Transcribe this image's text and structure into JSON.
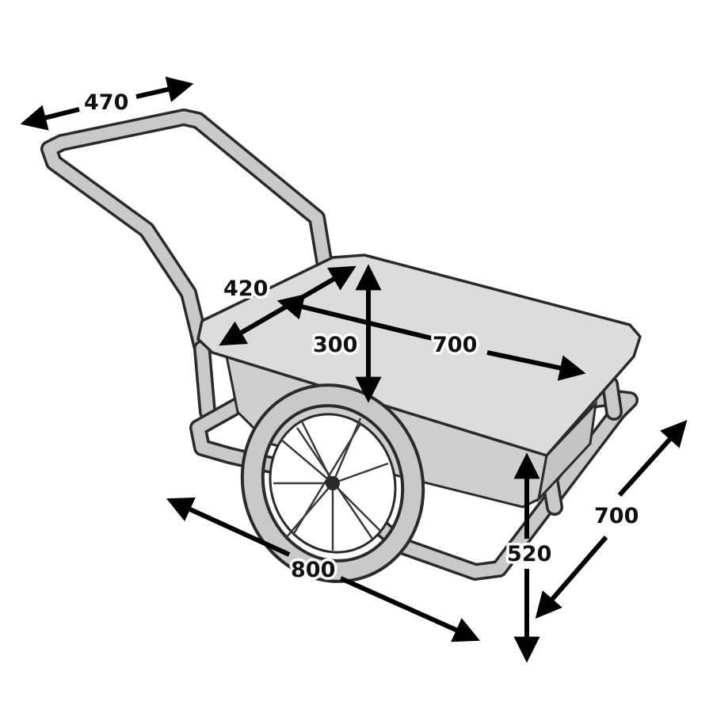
{
  "dimensions": [
    {
      "id": "handle-width",
      "label": "470"
    },
    {
      "id": "box-depth",
      "label": "420"
    },
    {
      "id": "box-height",
      "label": "300"
    },
    {
      "id": "box-length",
      "label": "700"
    },
    {
      "id": "overall-length",
      "label": "800"
    },
    {
      "id": "platform-height",
      "label": "520"
    },
    {
      "id": "overall-width",
      "label": "700"
    }
  ],
  "colors": {
    "frame_outline": "#2a2a2a",
    "frame_fill": "#c9c9c9",
    "box_fill": "#d6d6d6",
    "box_top_fill": "#dcdcdc",
    "arrow": "#000000",
    "background": "#ffffff"
  }
}
